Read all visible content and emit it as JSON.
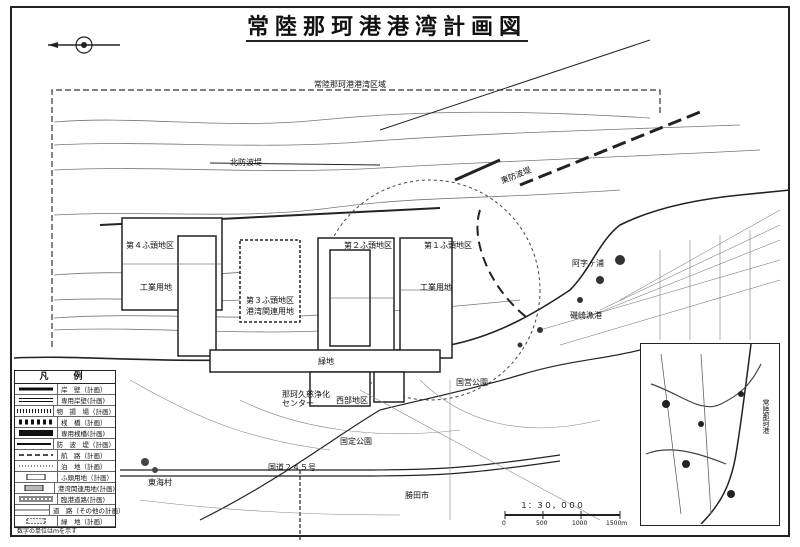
{
  "title": "常陸那珂港港湾計画図",
  "port_area_label": "常陸那珂港港湾区域",
  "compass_icon": "compass-rose-icon",
  "areas": {
    "area4": "第４ふ頭地区",
    "area3": "第３ふ頭地区",
    "area2": "第２ふ頭地区",
    "area1": "第１ふ頭地区",
    "kuji": "那珂久慈浄化センター",
    "nishi": "西部地区",
    "ajigaura": "阿字ヶ浦",
    "ajigaura_harbor": "磯崎漁港",
    "park1": "国営公園",
    "park2": "国定公園",
    "katsuta": "勝田市",
    "tokai": "東海村",
    "road245": "国道２４５号",
    "kogyo": "工業用地",
    "kogyo2": "工業用地",
    "torihiki": "港湾関連用地",
    "ryokuchi": "緑地",
    "north_breakwater": "北防波堤",
    "east_breakwater": "東防波堤",
    "inset_label": "常陸那珂港"
  },
  "scale": {
    "ratio": "１：３０，０００",
    "ticks": [
      "0",
      "500",
      "1000",
      "1500m"
    ]
  },
  "legend": {
    "header": "凡　例",
    "items": [
      {
        "label": "岸　壁（計画）",
        "style": "thick"
      },
      {
        "label": "専用岸壁(計画)",
        "style": "double"
      },
      {
        "label": "物　揚　場（計画）",
        "style": "hatch"
      },
      {
        "label": "桟　橋（計画）",
        "style": "bars"
      },
      {
        "label": "専用桟橋(計画)",
        "style": "thickbar"
      },
      {
        "label": "防　波　堤（計画）",
        "style": "solid"
      },
      {
        "label": "航　路（計画）",
        "style": "dash"
      },
      {
        "label": "泊　地（計画）",
        "style": "dotted"
      },
      {
        "label": "ふ頭用地（計画）",
        "style": "box"
      },
      {
        "label": "港湾関連用地(計画)",
        "style": "box"
      },
      {
        "label": "臨港道路(計画)",
        "style": "road"
      },
      {
        "label": "道　路（その他の計画）",
        "style": "thin"
      },
      {
        "label": "緑　地（計画）",
        "style": "box"
      }
    ],
    "note": "数字の単位はｍを示す"
  },
  "inset_icon": "location-overview-map-icon"
}
